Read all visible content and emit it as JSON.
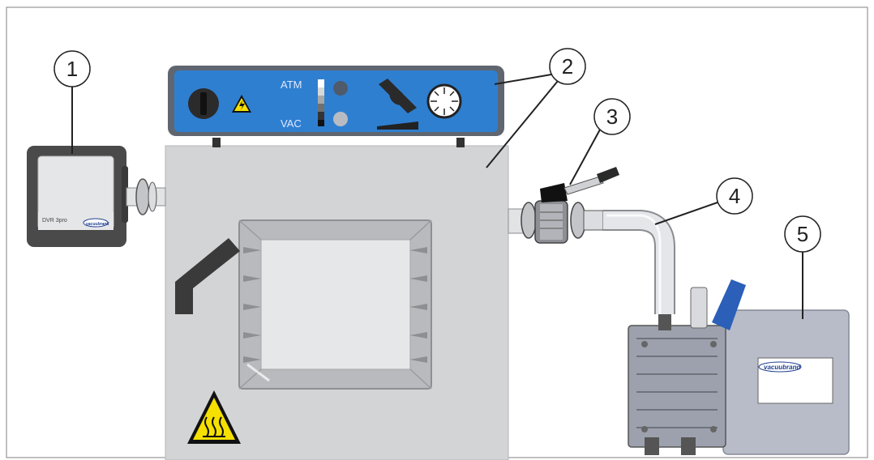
{
  "callouts": [
    {
      "number": "1"
    },
    {
      "number": "2"
    },
    {
      "number": "3"
    },
    {
      "number": "4"
    },
    {
      "number": "5"
    }
  ],
  "control_panel": {
    "atm_label": "ATM",
    "vac_label": "VAC",
    "panel_color": "#2f7fd0"
  },
  "controller": {
    "model_label": "DVR 3pro",
    "brand_label": "vacuubrand"
  },
  "pump": {
    "brand_label": "vacuubrand"
  },
  "colors": {
    "frame": "#808080",
    "oven": "#d3d4d6",
    "warning_yellow": "#f5e000",
    "pump_blue": "#2b5fb8"
  }
}
